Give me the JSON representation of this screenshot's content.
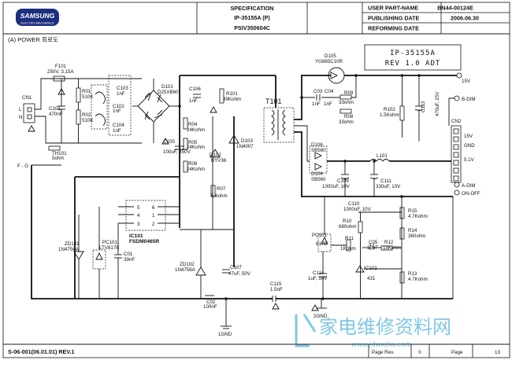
{
  "header": {
    "logo_text": "SAMSUNG",
    "logo_sub": "ELECTRO-MECHANICS",
    "spec_label": "SPECIFICATION",
    "spec_model": "IP-35155A  (P)",
    "spec_code": "PSIV350604C",
    "user_part_label": "USER PART-NAME",
    "publishing_label": "PUBLISHING DATE",
    "reforming_label": "REFORMING DATE",
    "part_no": "BN44-00124E",
    "pub_date": "2006.06.30"
  },
  "section_title": "(A) POWER 회로도",
  "title_box": {
    "line1": "IP-35155A",
    "line2": "REV 1.0 ADT"
  },
  "components": {
    "cn1": "CN1",
    "cn1_pin_l": "L",
    "cn1_pin_n": "N",
    "f101": "F101",
    "f101_val": "250V, 3.15A",
    "c101": "C101",
    "c101_val": "470nF",
    "r01": "R01",
    "r01_val": "510K",
    "r02": "R02",
    "r02_val": "510K",
    "th101": "TH101",
    "th101_val": "5ohm",
    "fg": "F - G",
    "c103": "C103",
    "c103_val": "1nF",
    "c102": "C102",
    "c102_val": "1nF",
    "c104": "C104",
    "c104_val": "1nF",
    "d101": "D101",
    "d101_val": "D25XB60",
    "c106": "C106",
    "c106_val": "1nF",
    "r101": "R101",
    "r101_val": "39Kohm",
    "r04": "R04",
    "r04_val": "24Kohm",
    "r05": "R05",
    "r05_val": "24Kohm",
    "r06": "R06",
    "r06_val": "24Kohm",
    "c105": "C105",
    "c105_val": "100uF, 450V",
    "d103": "D103",
    "d103_val": "1N4007",
    "d102": "D102",
    "d102_val": "BYV36",
    "r07": "R07",
    "r07_val": "5.6ohm",
    "t101": "T101",
    "ic101": "IC101",
    "ic101_val": "FSDM0465R",
    "zd101": "ZD101",
    "zd101_val": "1N4756A",
    "pc101a": "PC101",
    "pc101a_val": "LTV817B",
    "c01": "C01",
    "c01_val": "39nF",
    "zd102": "ZD102",
    "zd102_val": "1N4756A",
    "c107": "C107",
    "c107_val": "47uF, 50V",
    "c02": "C02",
    "c02_val": "100nF",
    "c115": "C115",
    "c115_val": "1.5nF",
    "gnd1": "1GND",
    "gnd2": "2GND",
    "d105": "D105",
    "d105_val": "YG865C10R",
    "c03": "C03",
    "c03_val": "1nF",
    "c04": "C04",
    "c04_val": "1nF",
    "r09": "R09",
    "r09_val": "33ohm",
    "r08": "R08",
    "r08_val": "33ohm",
    "v15": "15V",
    "r102": "R102",
    "r102_val": "1.5Kohm",
    "c113": "C113",
    "c113_val": "470uF, 25V",
    "bdim": "B-DIM",
    "cn2": "CN2",
    "cn2_15v": "15V",
    "cn2_gnd": "GND",
    "cn2_51v": "5.1V",
    "adim": "A-DIM",
    "onoff": "ON-OFF",
    "d106": "D106",
    "d106_val": "SB560",
    "d104": "D104",
    "d104_val": "SB560",
    "l101": "L101",
    "c109": "C109",
    "c109_val": "1000uF, 10V",
    "c111": "C111",
    "c111_val": "330uF, 10V",
    "c110": "C110",
    "c110_val": "1000uF, 10V",
    "r15": "R15",
    "r15_val": "4.7Kohm",
    "r14": "R14",
    "r14_val": "360ohm",
    "r13": "R13",
    "r13_val": "4.7Kohm",
    "r10": "R10",
    "r10_val": "680ohm",
    "r11": "R11",
    "r11_val": "1Kohm",
    "pc101b": "PC101",
    "pc101b_val": "817B",
    "c05": "C05",
    "c05_val": "10nF",
    "r12": "R12",
    "r12_val": "15Kohm",
    "ic102": "IC102",
    "ic102_val": "431",
    "c114": "C114",
    "c114_val": "1uF, 50V"
  },
  "footer": {
    "doc_no": "S-06-001(06.01.01) REV.1",
    "page_rev_label": "Page Rev.",
    "page_rev_val": "0",
    "page_label": "Page",
    "page_val": "13"
  },
  "watermark": {
    "cn": "家电维修资料网",
    "url": "www.jdwxzlw.com"
  },
  "colors": {
    "ink": "#111111",
    "logo_blue": "#1c2f7d",
    "watermark": "#7fc7e6"
  }
}
